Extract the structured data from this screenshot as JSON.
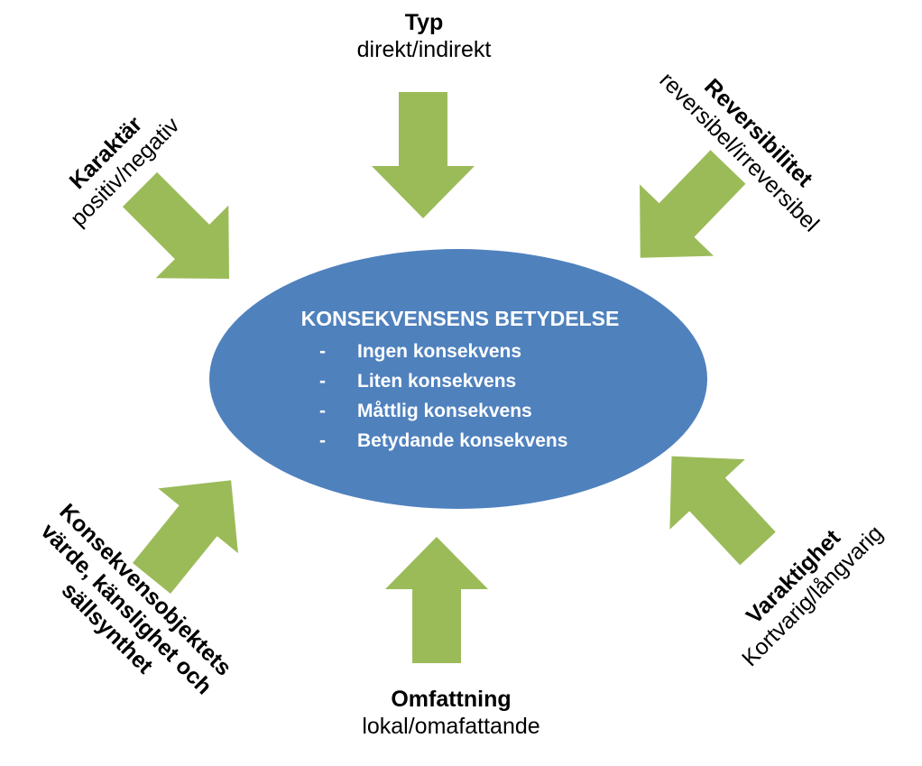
{
  "center": {
    "title": "KONSEKVENSENS BETYDELSE",
    "items": [
      "Ingen konsekvens",
      "Liten konsekvens",
      "Måttlig konsekvens",
      "Betydande konsekvens"
    ],
    "bullet": "-"
  },
  "factors": {
    "typ": {
      "title": "Typ",
      "sub": "direkt/indirekt"
    },
    "reversibilitet": {
      "title": "Reversibilitet",
      "sub": "reversibel/irreversibel"
    },
    "karaktar": {
      "title": "Karaktär",
      "sub": "positiv/negativ"
    },
    "varaktighet": {
      "title": "Varaktighet",
      "sub": "Kortvarig/långvarig"
    },
    "omfattning": {
      "title": "Omfattning",
      "sub": "lokal/omafattande"
    },
    "objekt": {
      "title": "Konsekvensobjektets",
      "line2": "värde, känslighet och",
      "line3": "sällsynthet"
    }
  },
  "colors": {
    "ellipse": "#4f81bd",
    "arrow": "#9bbb59",
    "text_on_ellipse": "#ffffff"
  }
}
